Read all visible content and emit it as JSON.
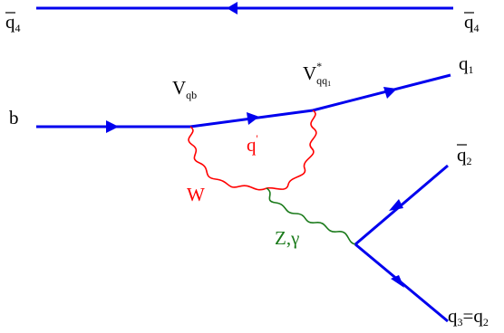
{
  "colors": {
    "fermion": "#0000ee",
    "w_boson": "#ff0000",
    "z_boson": "#1a7a1a",
    "text": "#000000"
  },
  "labels": {
    "q4_left": {
      "base": "q",
      "sub": "4",
      "bar": true
    },
    "q4_right": {
      "base": "q",
      "sub": "4",
      "bar": true
    },
    "b": {
      "base": "b"
    },
    "vqb": {
      "base": "V",
      "sub": "qb"
    },
    "vqq1": {
      "base": "V",
      "sub": "qq",
      "subsub": "1",
      "sup": "*"
    },
    "q1": {
      "base": "q",
      "sub": "1"
    },
    "qprime": {
      "base": "q",
      "sup": "'"
    },
    "w": {
      "text": "W"
    },
    "zgamma": {
      "text": "Z,γ"
    },
    "q2bar": {
      "base": "q",
      "sub": "2",
      "bar": true
    },
    "q3q2": {
      "base1": "q",
      "sub1": "3",
      "eq": "=",
      "base2": "q",
      "sub2": "2"
    }
  }
}
